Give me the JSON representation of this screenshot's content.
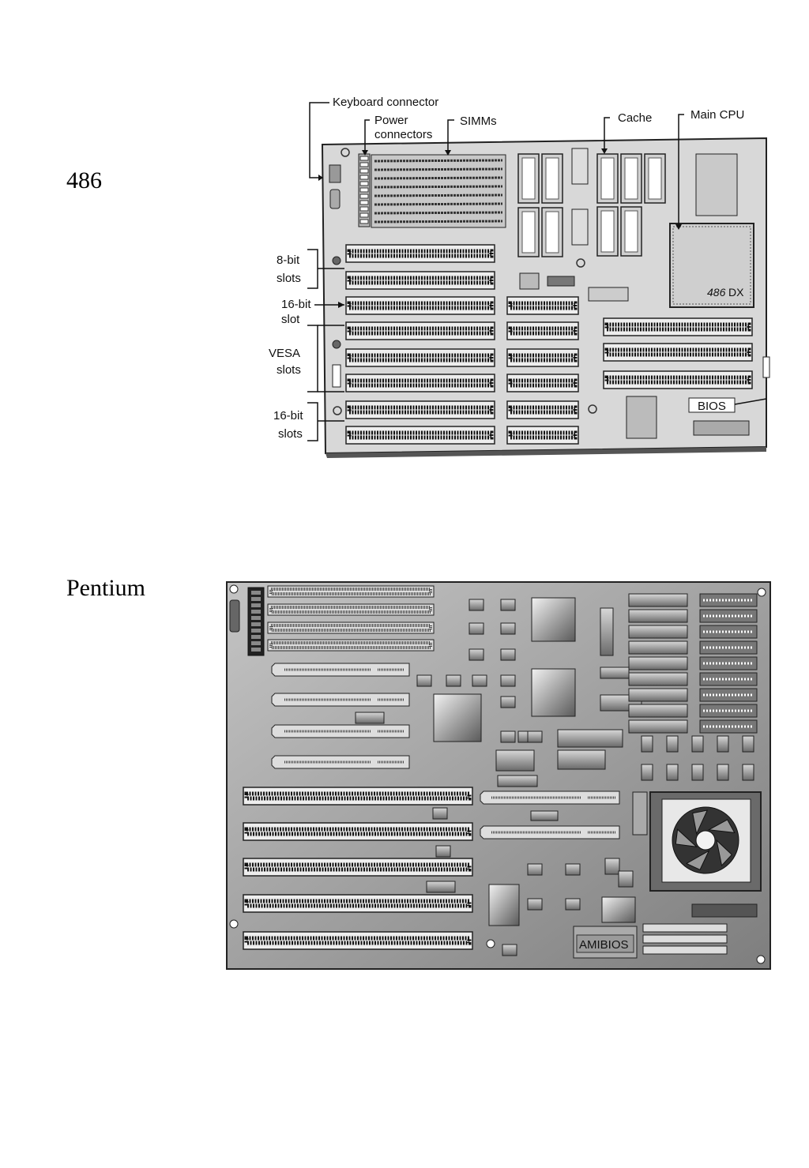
{
  "sections": [
    {
      "title": "486"
    },
    {
      "title": "Pentium"
    }
  ],
  "board486": {
    "callouts": {
      "keyboard": "Keyboard connector",
      "power1": "Power",
      "power2": "connectors",
      "simms": "SIMMs",
      "cache": "Cache",
      "cpu": "Main CPU",
      "slots8a": "8-bit",
      "slots8b": "slots",
      "slot16a": "16-bit",
      "slot16b": "slot",
      "vesaa": "VESA",
      "vesab": "slots",
      "slots16a": "16-bit",
      "slots16b": "slots"
    },
    "chip_486": "486",
    "chip_dx": "DX",
    "bios": "BIOS"
  },
  "boardPentium": {
    "bios": "AMIBIOS"
  },
  "colors": {
    "board486": "#d6d6d6",
    "boardPentium": "#9a9a9a",
    "slot": "#111111"
  }
}
